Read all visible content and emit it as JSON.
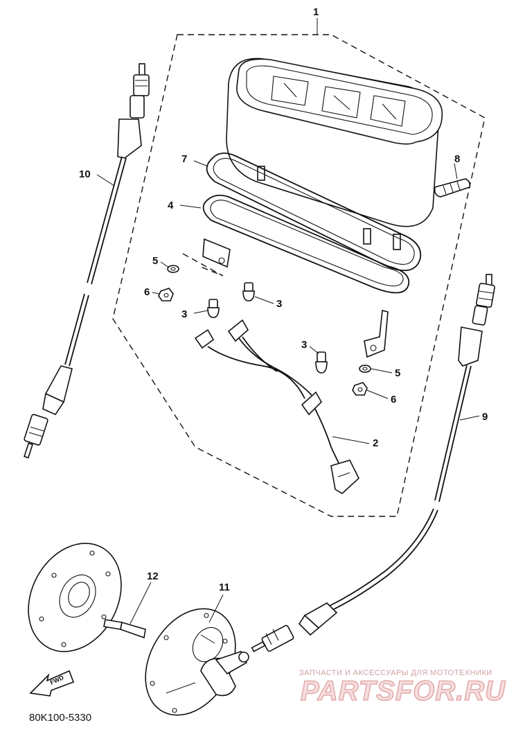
{
  "diagram": {
    "callouts": {
      "p1": "1",
      "p2": "2",
      "p3a": "3",
      "p3b": "3",
      "p3c": "3",
      "p4": "4",
      "p5a": "5",
      "p5b": "5",
      "p6a": "6",
      "p6b": "6",
      "p7": "7",
      "p8": "8",
      "p9": "9",
      "p10": "10",
      "p11": "11",
      "p12": "12"
    },
    "fwd_label": "FWD",
    "drawing_code": "80K100-5330"
  },
  "watermark": {
    "tagline": "ЗАПЧАСТИ И АКСЕССУАРЫ ДЛЯ МОТОТЕХНИКИ",
    "brand": "PARTSFOR.RU",
    "color": "#d98080"
  }
}
